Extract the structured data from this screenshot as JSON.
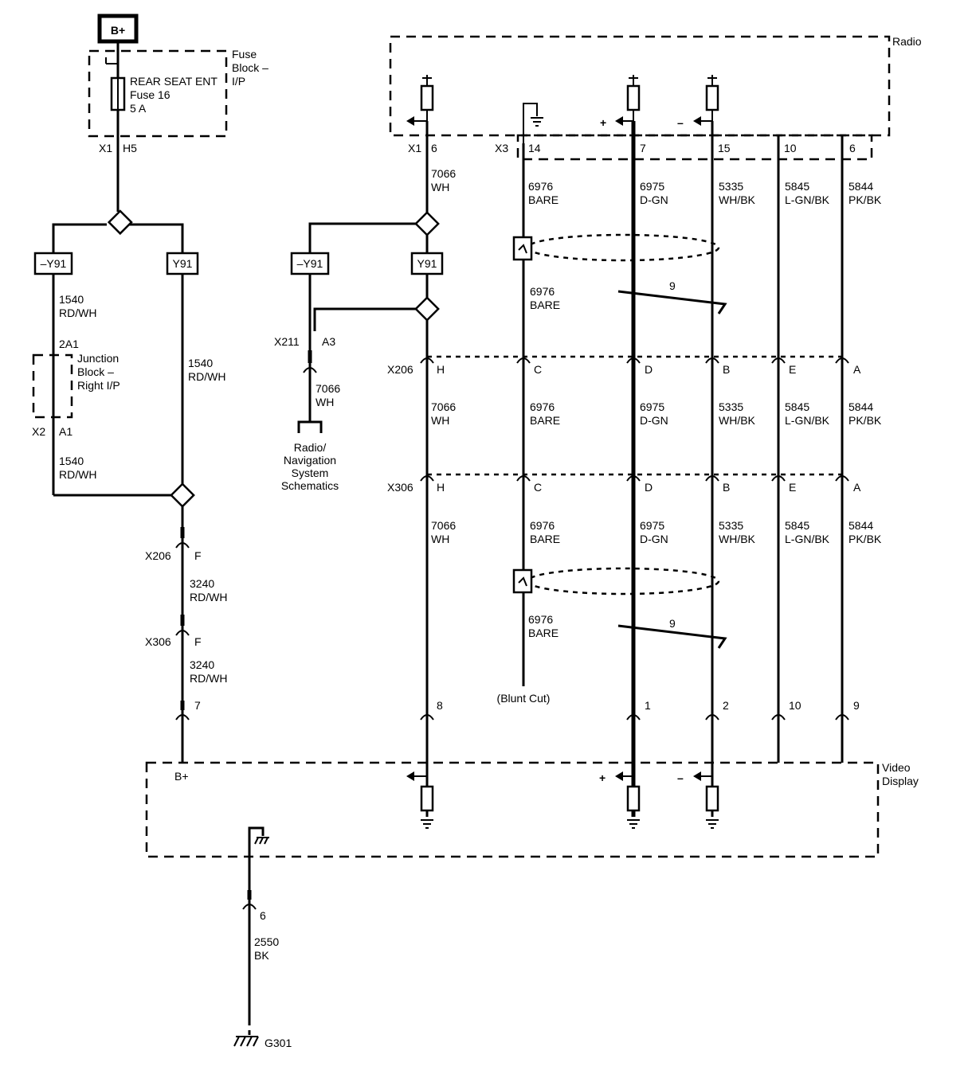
{
  "bplus": "B+",
  "fuse_block": {
    "line1": "Fuse",
    "line2": "Block –",
    "line3": "I/P"
  },
  "fuse": {
    "name": "REAR SEAT ENT",
    "number": "Fuse 16",
    "rating": "5 A"
  },
  "radio": "Radio",
  "video": {
    "line1": "Video",
    "line2": "Display"
  },
  "opt_neg": "–Y91",
  "opt_pos": "Y91",
  "jb": {
    "line1": "Junction",
    "line2": "Block –",
    "line3": "Right I/P"
  },
  "conn": {
    "x1": "X1",
    "h5": "H5",
    "x2": "X2",
    "a1": "A1",
    "pin2a1": "2A1",
    "x206": "X206",
    "x306": "X306",
    "x3": "X3",
    "x211": "X211",
    "a3": "A3",
    "f": "F",
    "h": "H",
    "c": "C",
    "d": "D",
    "b": "B",
    "e": "E",
    "a": "A"
  },
  "pins": {
    "p6": "6",
    "p14": "14",
    "p7": "7",
    "p15": "15",
    "p10": "10",
    "p8": "8",
    "p1": "1",
    "p2": "2",
    "p9": "9"
  },
  "wires": {
    "c1540": "1540",
    "rdwh": "RD/WH",
    "c3240": "3240",
    "c7066": "7066",
    "wh": "WH",
    "c6976": "6976",
    "bare": "BARE",
    "c6975": "6975",
    "dgn": "D-GN",
    "c5335": "5335",
    "whbk": "WH/BK",
    "c5845": "5845",
    "lgnbk": "L-GN/BK",
    "c5844": "5844",
    "pkbk": "PK/BK",
    "c2550": "2550",
    "bk": "BK"
  },
  "twist": "9",
  "blunt_cut": "(Blunt Cut)",
  "radio_nav": {
    "line1": "Radio/",
    "line2": "Navigation",
    "line3": "System",
    "line4": "Schematics"
  },
  "ground": "G301",
  "plus": "+",
  "minus": "–"
}
